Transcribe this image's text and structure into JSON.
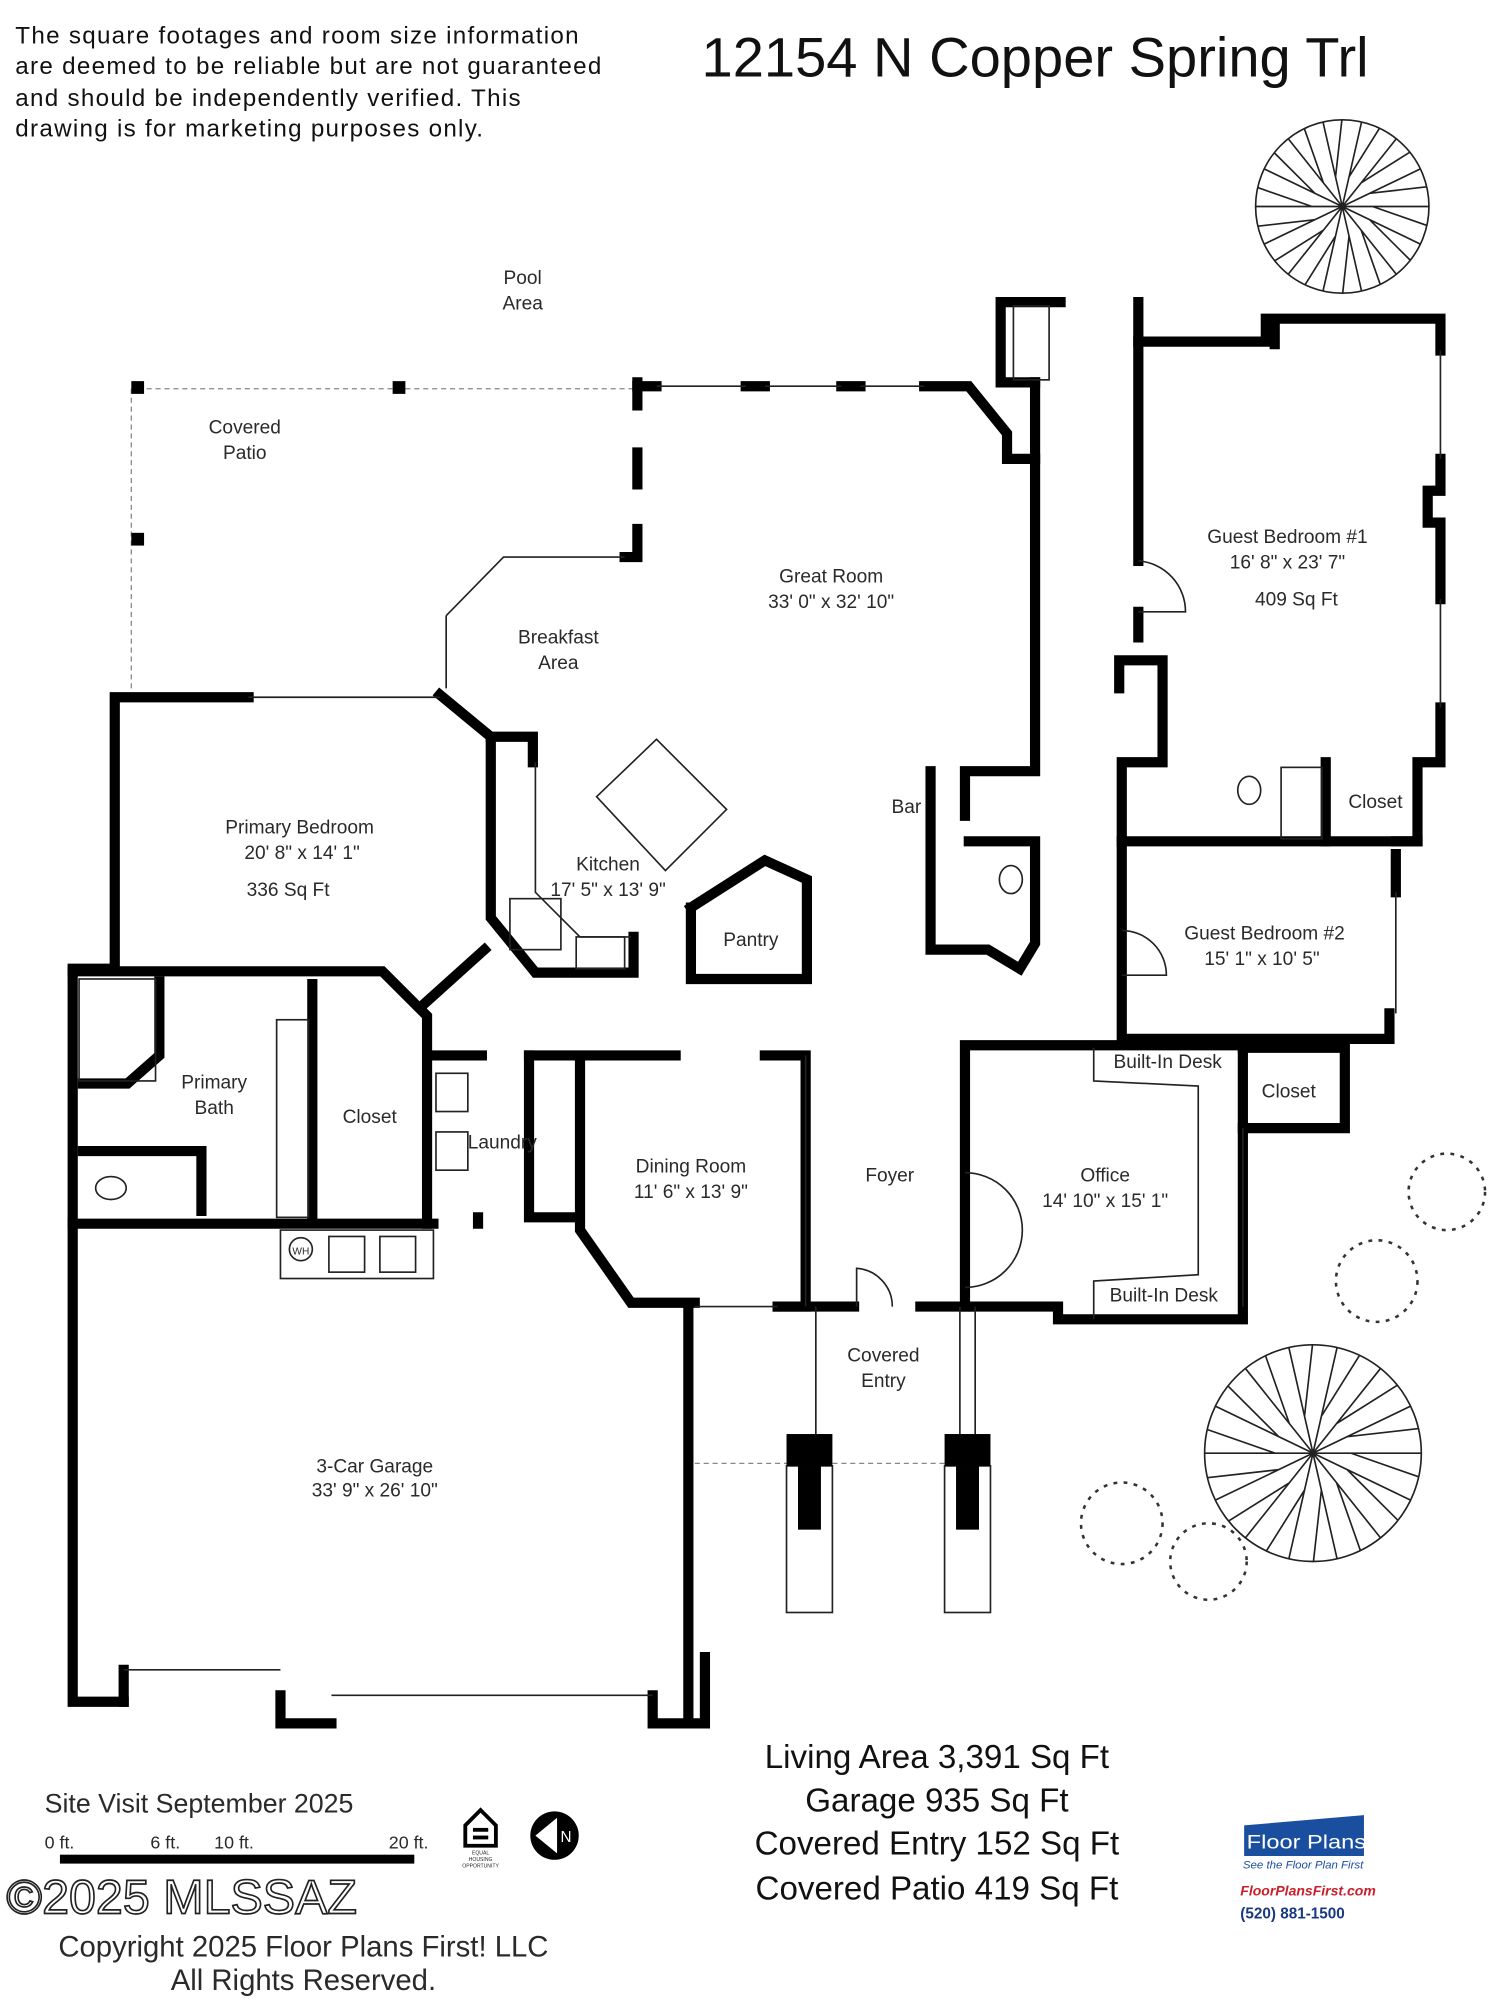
{
  "disclaimer": [
    "The square footages and room size information",
    "are deemed to be reliable but are not guaranteed",
    "and should be independently verified. This",
    "drawing is for marketing purposes only."
  ],
  "title": "12154 N Copper Spring Trl",
  "rooms": {
    "pool": [
      "Pool",
      "Area"
    ],
    "covered_patio": [
      "Covered",
      "Patio"
    ],
    "great_room": {
      "name": "Great Room",
      "dims": "33' 0\" x 32' 10\""
    },
    "breakfast": [
      "Breakfast",
      "Area"
    ],
    "guest_bedroom_1": {
      "name": "Guest Bedroom #1",
      "dims": "16' 8\" x 23' 7\"",
      "area": "409 Sq Ft"
    },
    "primary_bedroom": {
      "name": "Primary Bedroom",
      "dims": "20' 8\" x 14' 1\"",
      "area": "336 Sq Ft"
    },
    "kitchen": {
      "name": "Kitchen",
      "dims": "17' 5\" x 13' 9\""
    },
    "bar": "Bar",
    "pantry": "Pantry",
    "closet_guest1": "Closet",
    "guest_bedroom_2": {
      "name": "Guest Bedroom #2",
      "dims": "15' 1\" x 10' 5\""
    },
    "built_in_desk_top": "Built-In Desk",
    "closet_guest2": "Closet",
    "primary_bath": [
      "Primary",
      "Bath"
    ],
    "closet_primary": "Closet",
    "laundry": "Laundry",
    "dining_room": {
      "name": "Dining Room",
      "dims": "11' 6\" x 13' 9\""
    },
    "foyer": "Foyer",
    "office": {
      "name": "Office",
      "dims": "14' 10\" x 15' 1\""
    },
    "built_in_desk_bottom": "Built-In Desk",
    "covered_entry": [
      "Covered",
      "Entry"
    ],
    "garage": {
      "name": "3-Car Garage",
      "dims": "33' 9\" x 26' 10\""
    },
    "water_heater": "WH"
  },
  "summary": [
    "Living Area 3,391 Sq Ft",
    "Garage 935 Sq Ft",
    "Covered Entry 152 Sq Ft",
    "Covered Patio 419 Sq Ft"
  ],
  "site_visit": "Site Visit September 2025",
  "scale_labels": [
    "0 ft.",
    "6 ft.",
    "10 ft.",
    "20 ft."
  ],
  "watermark": "©2025 MLSSAZ",
  "copyright": [
    "Copyright 2025 Floor Plans First! LLC",
    "All Rights Reserved."
  ],
  "logo": {
    "brand": "Floor Plans First!",
    "tagline": "See the Floor Plan First",
    "website": "FloorPlansFirst.com",
    "phone": "(520) 881-1500",
    "colors": {
      "blue": "#1a4fa0",
      "red": "#c8202a"
    }
  },
  "icons": [
    "equal-housing-opportunity-icon",
    "north-arrow-icon"
  ],
  "equal_housing": [
    "EQUAL",
    "HOUSING",
    "OPPORTUNITY"
  ],
  "north_label": "N"
}
